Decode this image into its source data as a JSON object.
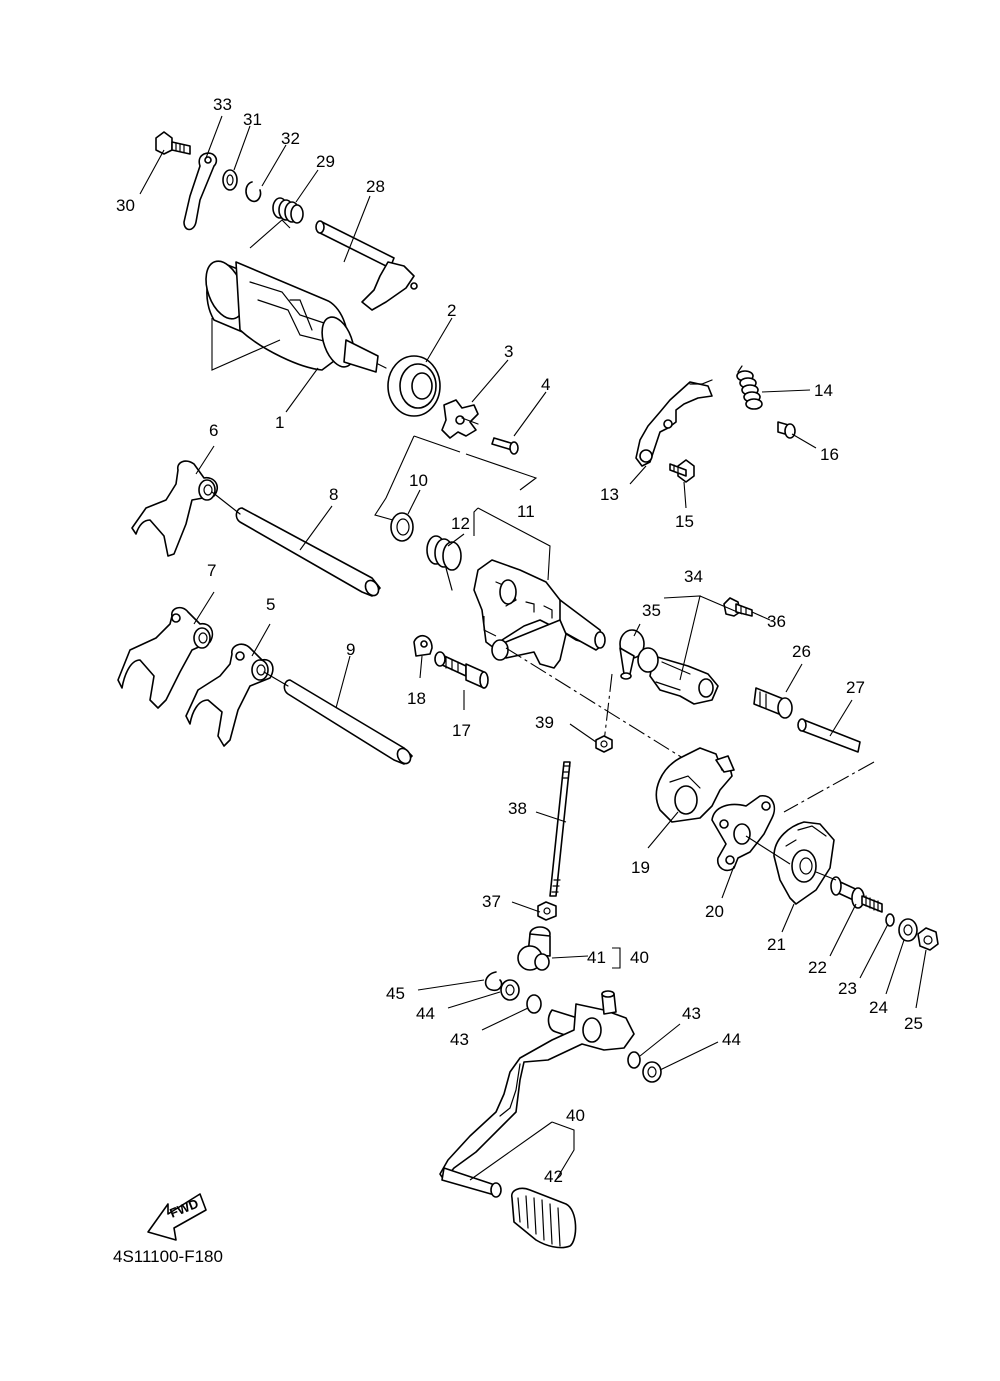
{
  "diagram_code": "4S11100-F180",
  "fwd_label": "FWD",
  "callouts": [
    "1",
    "2",
    "3",
    "4",
    "5",
    "6",
    "7",
    "8",
    "9",
    "10",
    "11",
    "12",
    "13",
    "14",
    "15",
    "16",
    "17",
    "18",
    "19",
    "20",
    "21",
    "22",
    "23",
    "24",
    "25",
    "26",
    "27",
    "28",
    "29",
    "30",
    "31",
    "32",
    "33",
    "34",
    "35",
    "36",
    "37",
    "38",
    "39",
    "40",
    "41",
    "42",
    "43",
    "44",
    "45"
  ],
  "callout_41_ref": "40",
  "callout_43_b": "43",
  "callout_44_b": "44",
  "callout_40_b": "40"
}
